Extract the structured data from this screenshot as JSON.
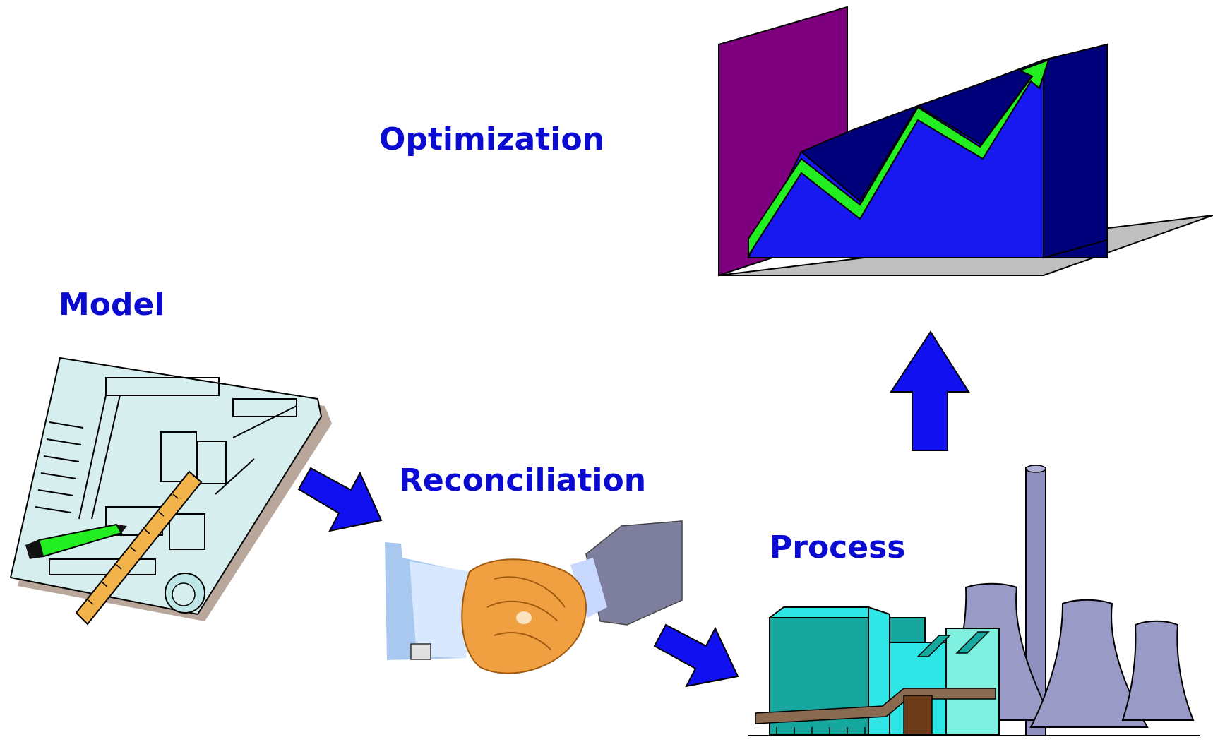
{
  "labels": {
    "optimization": "Optimization",
    "model": "Model",
    "reconciliation": "Reconciliation",
    "process": "Process"
  },
  "colors": {
    "label_text": "#0a0ad0",
    "arrow_fill": "#1010f0",
    "chart_purple": "#7f007f",
    "chart_blue": "#1818f0",
    "chart_navy": "#00007a",
    "chart_floor": "#c0c0c0",
    "trend_arrow": "#22ee22",
    "blueprint": "#d6eeee",
    "plant_teal": "#16a79e",
    "plant_cyan": "#2ee6e6",
    "tower_gray": "#9a9ac6"
  },
  "icons": [
    "blueprint-icon",
    "handshake-icon",
    "power-plant-icon",
    "rising-chart-icon"
  ]
}
